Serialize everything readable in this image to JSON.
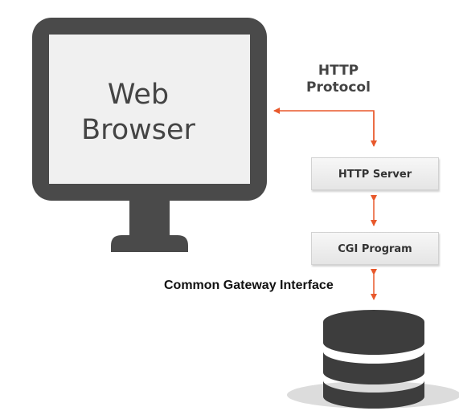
{
  "diagram": {
    "monitor": {
      "icon": "monitor-icon",
      "label_line1": "Web",
      "label_line2": "Browser"
    },
    "protocol": {
      "line1": "HTTP",
      "line2": "Protocol"
    },
    "http_server": {
      "label": "HTTP Server"
    },
    "cgi_program": {
      "label": "CGI Program"
    },
    "interface_label": "Common Gateway Interface",
    "database": {
      "icon": "database-icon"
    },
    "colors": {
      "monitor": "#4a4a4a",
      "screen": "#f0f0f0",
      "arrow": "#e8582b",
      "box_border": "#d2d2d2",
      "database": "#3d3d3d"
    }
  }
}
